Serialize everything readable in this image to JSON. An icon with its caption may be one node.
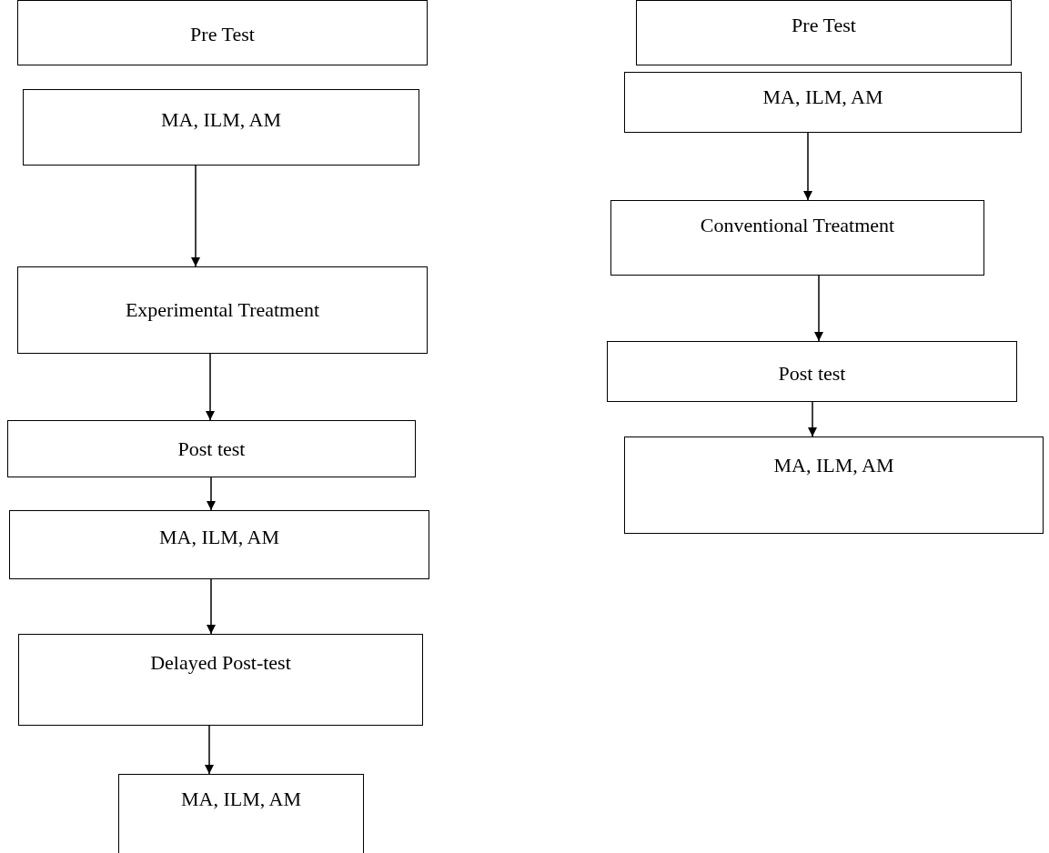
{
  "diagram": {
    "nodes": [
      {
        "text": [
          "Pre Test"
        ]
      },
      {
        "text": [
          "MA, ILM, AM"
        ]
      },
      {
        "text": [
          "Experimental Treatment"
        ]
      },
      {
        "text": [
          "Post test"
        ]
      },
      {
        "text": [
          "MA, ILM, AM"
        ]
      },
      {
        "text": [
          "Delayed Post-test"
        ]
      },
      {
        "text": [
          "MA, ILM, AM"
        ]
      },
      {
        "text": [
          "Pre Test"
        ]
      },
      {
        "text": [
          "MA, ILM, AM"
        ]
      },
      {
        "text": [
          "Conventional Treatment"
        ]
      },
      {
        "text": [
          "Post test"
        ]
      },
      {
        "text": [
          "MA, ILM, AM"
        ]
      }
    ],
    "edges": [
      {
        "from": 1,
        "to": 2,
        "arrow": "to"
      },
      {
        "from": 2,
        "to": 3,
        "arrow": "to"
      },
      {
        "from": 3,
        "to": 4,
        "arrow": "to"
      },
      {
        "from": 4,
        "to": 5,
        "arrow": "to"
      },
      {
        "from": 5,
        "to": 6,
        "arrow": "to"
      },
      {
        "from": 8,
        "to": 9,
        "arrow": "to"
      },
      {
        "from": 9,
        "to": 10,
        "arrow": "to"
      },
      {
        "from": 10,
        "to": 11,
        "arrow": "to"
      }
    ]
  }
}
